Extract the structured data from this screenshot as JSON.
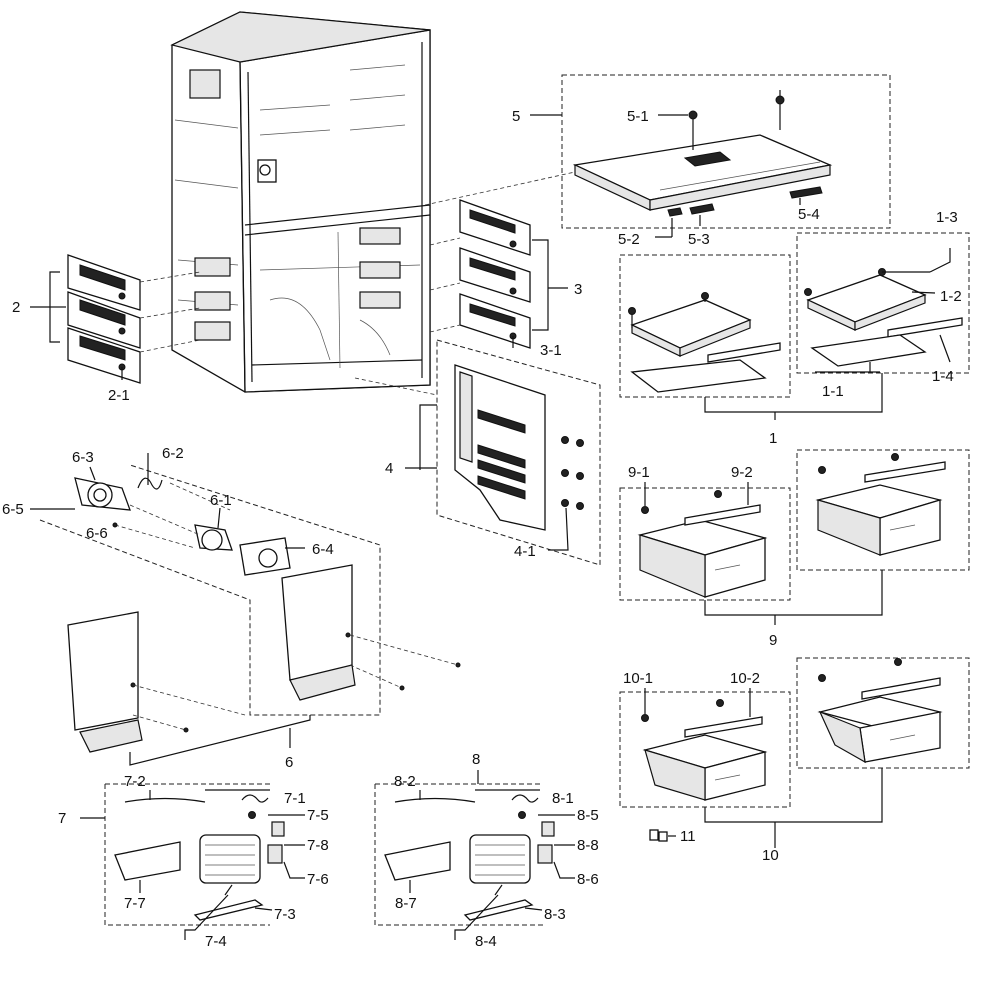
{
  "callouts": {
    "c1": "1",
    "c1_1": "1-1",
    "c1_2": "1-2",
    "c1_3": "1-3",
    "c1_4": "1-4",
    "c2": "2",
    "c2_1": "2-1",
    "c3": "3",
    "c3_1": "3-1",
    "c4": "4",
    "c4_1": "4-1",
    "c5": "5",
    "c5_1": "5-1",
    "c5_2": "5-2",
    "c5_3": "5-3",
    "c5_4": "5-4",
    "c6": "6",
    "c6_1": "6-1",
    "c6_2": "6-2",
    "c6_3": "6-3",
    "c6_4": "6-4",
    "c6_5": "6-5",
    "c6_6": "6-6",
    "c7": "7",
    "c7_1": "7-1",
    "c7_2": "7-2",
    "c7_3": "7-3",
    "c7_4": "7-4",
    "c7_5": "7-5",
    "c7_6": "7-6",
    "c7_7": "7-7",
    "c7_8": "7-8",
    "c8": "8",
    "c8_1": "8-1",
    "c8_2": "8-2",
    "c8_3": "8-3",
    "c8_4": "8-4",
    "c8_5": "8-5",
    "c8_6": "8-6",
    "c8_7": "8-7",
    "c8_8": "8-8",
    "c9": "9",
    "c9_1": "9-1",
    "c9_2": "9-2",
    "c10": "10",
    "c10_1": "10-1",
    "c10_2": "10-2",
    "c11": "11"
  }
}
